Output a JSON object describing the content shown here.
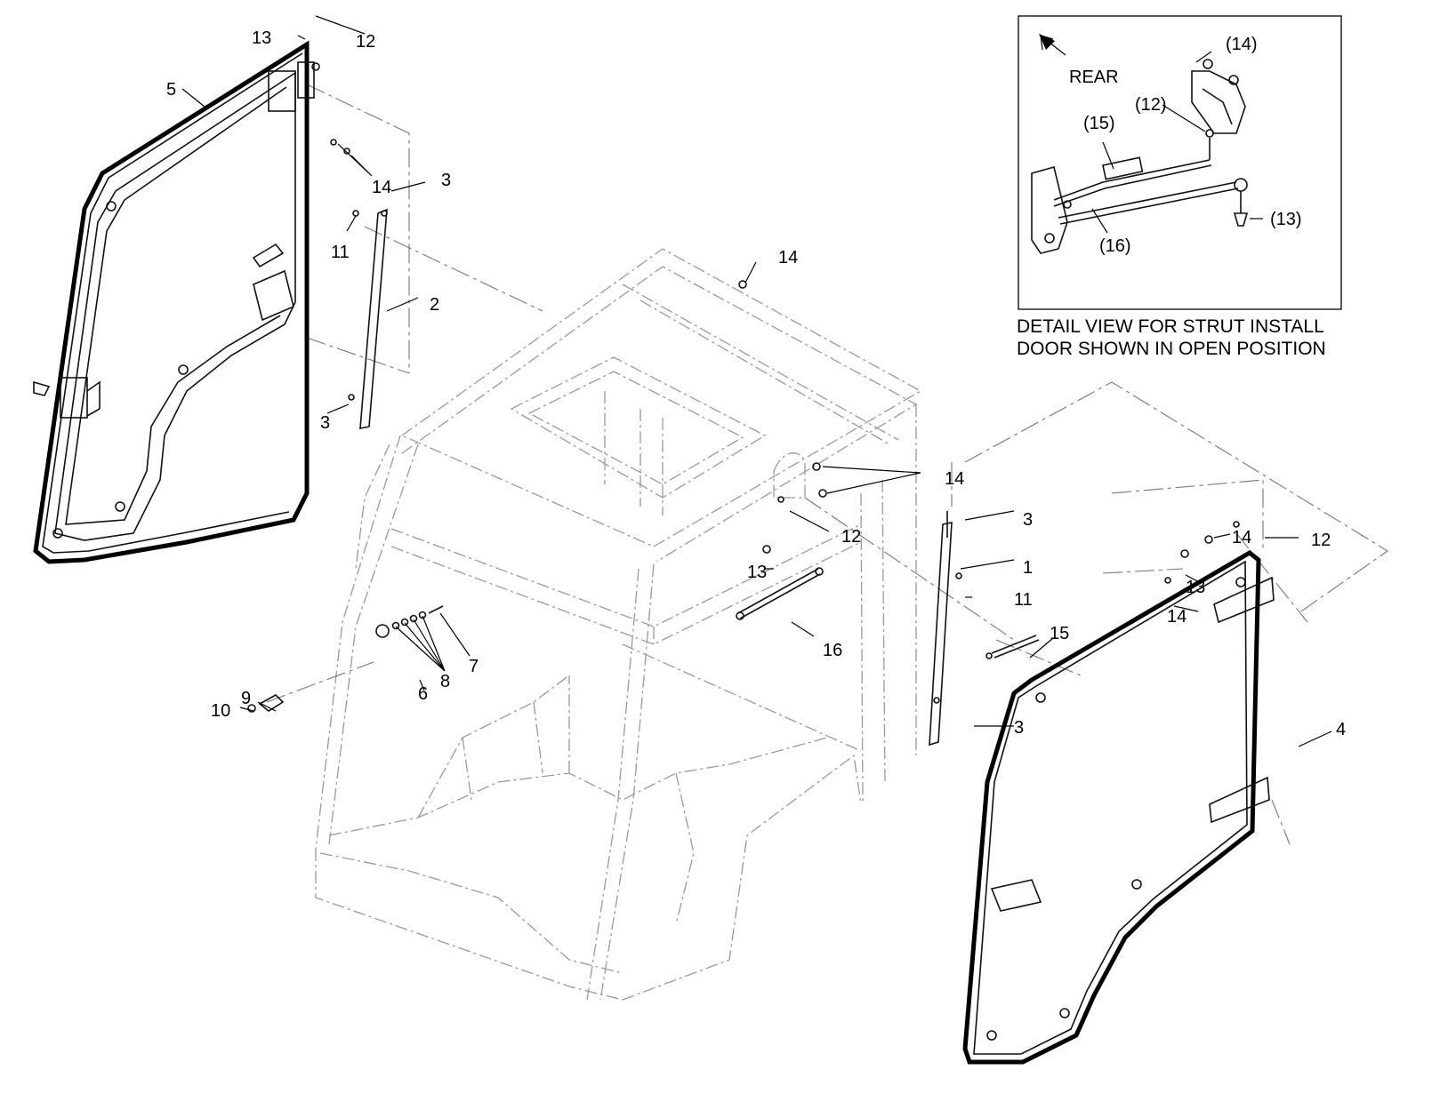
{
  "callouts": {
    "c1": "1",
    "c2": "2",
    "c3a": "3",
    "c3b": "3",
    "c3c": "3",
    "c3d": "3",
    "c4": "4",
    "c5": "5",
    "c6": "6",
    "c7": "7",
    "c8": "8",
    "c9": "9",
    "c10": "10",
    "c11a": "11",
    "c11b": "11",
    "c12a": "12",
    "c12b": "12",
    "c12c": "12",
    "c13a": "13",
    "c13b": "13",
    "c13c": "13",
    "c14a": "14",
    "c14b": "14",
    "c14c": "14",
    "c14d": "14",
    "c14e": "14",
    "c15": "15",
    "c16": "16"
  },
  "detail": {
    "rear": "REAR",
    "c14": "(14)",
    "c12": "(12)",
    "c15": "(15)",
    "c16": "(16)",
    "c13": "(13)",
    "caption_line1": "DETAIL VIEW FOR STRUT INSTALL",
    "caption_line2": "DOOR SHOWN IN OPEN POSITION"
  }
}
